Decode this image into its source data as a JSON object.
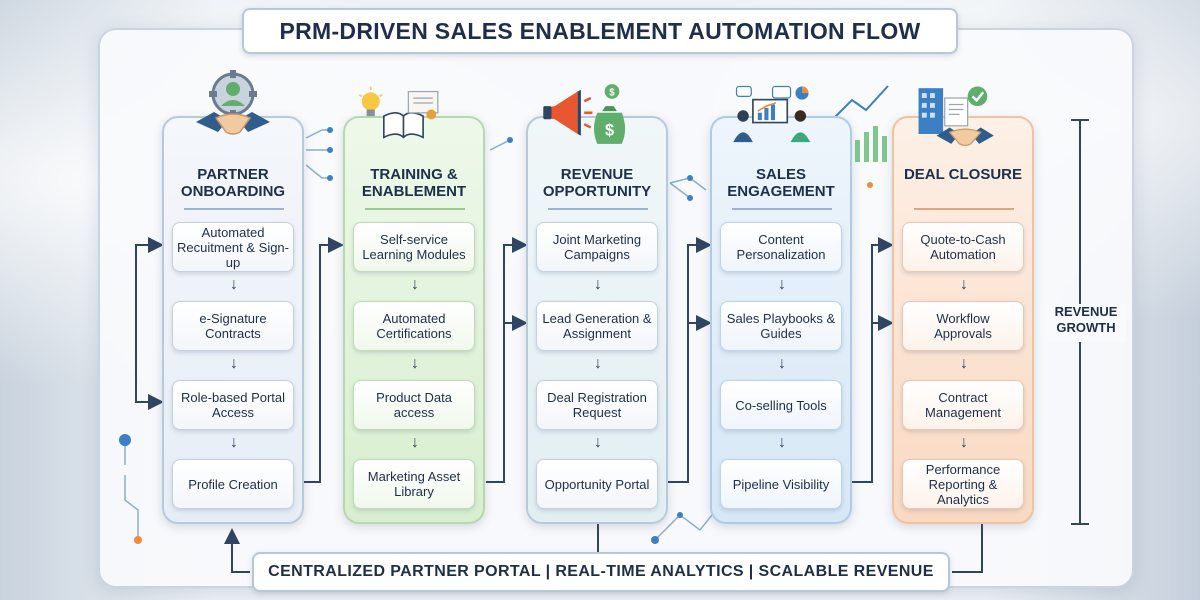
{
  "title": "PRM-DRIVEN SALES ENABLEMENT AUTOMATION FLOW",
  "columns": [
    {
      "title": "PARTNER ONBOARDING",
      "steps": [
        "Automated Recuitment & Sign-up",
        "e-Signature Contracts",
        "Role-based Portal Access",
        "Profile Creation"
      ]
    },
    {
      "title": "TRAINING & ENABLEMENT",
      "steps": [
        "Self-service Learning Modules",
        "Automated Certifications",
        "Product Data access",
        "Marketing Asset Library"
      ]
    },
    {
      "title": "REVENUE OPPORTUNITY",
      "steps": [
        "Joint Marketing Campaigns",
        "Lead Generation & Assignment",
        "Deal Registration Request",
        "Opportunity Portal"
      ]
    },
    {
      "title": "SALES ENGAGEMENT",
      "steps": [
        "Content Personalization",
        "Sales Playbooks & Guides",
        "Co-selling Tools",
        "Pipeline Visibility"
      ]
    },
    {
      "title": "DEAL CLOSURE",
      "steps": [
        "Quote-to-Cash Automation",
        "Workflow Approvals",
        "Contract Management",
        "Performance Reporting & Analytics"
      ]
    }
  ],
  "side_label": "REVENUE GROWTH",
  "footer": "CENTRALIZED PARTNER PORTAL  |  REAL-TIME ANALYTICS  |  SCALABLE REVENUE",
  "icons": [
    "handshake-gear-icon",
    "lightbulb-book-certificate-icon",
    "megaphone-money-bag-icon",
    "sales-meeting-chart-icon",
    "building-handshake-check-icon"
  ],
  "colors": {
    "navy": "#1d2f4a",
    "green_column": "#d7efcf",
    "blue_column": "#d6e7f6",
    "orange_column": "#f9d9c2",
    "accent_orange": "#f08a3c",
    "accent_blue": "#3b7fc4"
  }
}
